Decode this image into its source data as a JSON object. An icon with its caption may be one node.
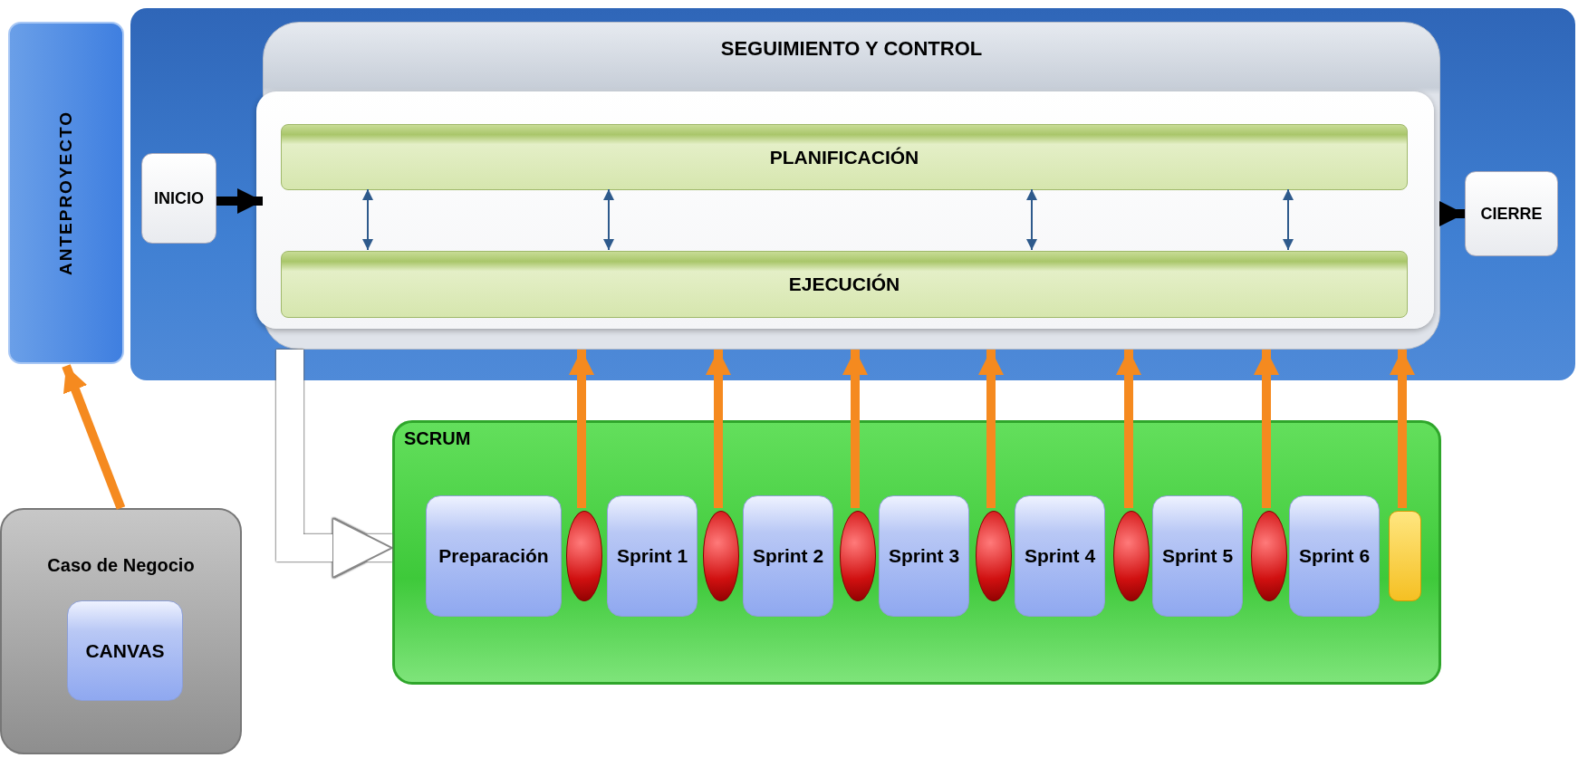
{
  "diagram": {
    "nodes": [
      {
        "text": [
          "ANTEPROYECTO"
        ]
      },
      {
        "text": [
          "SEGUIMIENTO Y CONTROL"
        ]
      },
      {
        "text": [
          "INICIO"
        ]
      },
      {
        "text": [
          "PLANIFICACIÓN"
        ],
        "in": 1
      },
      {
        "text": [
          "EJECUCIÓN"
        ],
        "in": 1
      },
      {
        "text": [
          "CIERRE"
        ]
      },
      {
        "text": [
          "SCRUM"
        ]
      },
      {
        "text": [
          "Preparación"
        ],
        "in": 6
      },
      {
        "text": [],
        "shape": "oval",
        "in": 6
      },
      {
        "text": [
          "Sprint 1"
        ],
        "in": 6
      },
      {
        "text": [],
        "shape": "oval",
        "in": 6
      },
      {
        "text": [
          "Sprint 2"
        ],
        "in": 6
      },
      {
        "text": [],
        "shape": "oval",
        "in": 6
      },
      {
        "text": [
          "Sprint 3"
        ],
        "in": 6
      },
      {
        "text": [],
        "shape": "oval",
        "in": 6
      },
      {
        "text": [
          "Sprint 4"
        ],
        "in": 6
      },
      {
        "text": [],
        "shape": "oval",
        "in": 6
      },
      {
        "text": [
          "Sprint 5"
        ],
        "in": 6
      },
      {
        "text": [],
        "shape": "oval",
        "in": 6
      },
      {
        "text": [
          "Sprint 6"
        ],
        "in": 6
      },
      {
        "text": [],
        "shape": "box",
        "in": 6
      },
      {
        "text": [
          "Caso de Negocio"
        ]
      },
      {
        "text": [
          "CANVAS"
        ],
        "in": 21
      }
    ],
    "edges": [
      {
        "from": 2,
        "to": 1,
        "arrow": "to",
        "color": "#000000"
      },
      {
        "from": 1,
        "to": 5,
        "arrow": "to",
        "color": "#000000"
      },
      {
        "from": 3,
        "to": 4,
        "arrow": "both",
        "color": "#2e5a8c"
      },
      {
        "from": 3,
        "to": 4,
        "arrow": "both",
        "color": "#2e5a8c"
      },
      {
        "from": 3,
        "to": 4,
        "arrow": "both",
        "color": "#2e5a8c"
      },
      {
        "from": 3,
        "to": 4,
        "arrow": "both",
        "color": "#2e5a8c"
      },
      {
        "from": 8,
        "to": 1,
        "arrow": "to"
      },
      {
        "from": 10,
        "to": 1,
        "arrow": "to"
      },
      {
        "from": 12,
        "to": 1,
        "arrow": "to"
      },
      {
        "from": 14,
        "to": 1,
        "arrow": "to"
      },
      {
        "from": 16,
        "to": 1,
        "arrow": "to"
      },
      {
        "from": 18,
        "to": 1,
        "arrow": "to"
      },
      {
        "from": 20,
        "to": 1,
        "arrow": "to"
      },
      {
        "from": 21,
        "to": 0,
        "arrow": "to"
      },
      {
        "from": 1,
        "to": 6,
        "arrow": "to",
        "style": "thick",
        "color": "#ffffff"
      }
    ]
  }
}
